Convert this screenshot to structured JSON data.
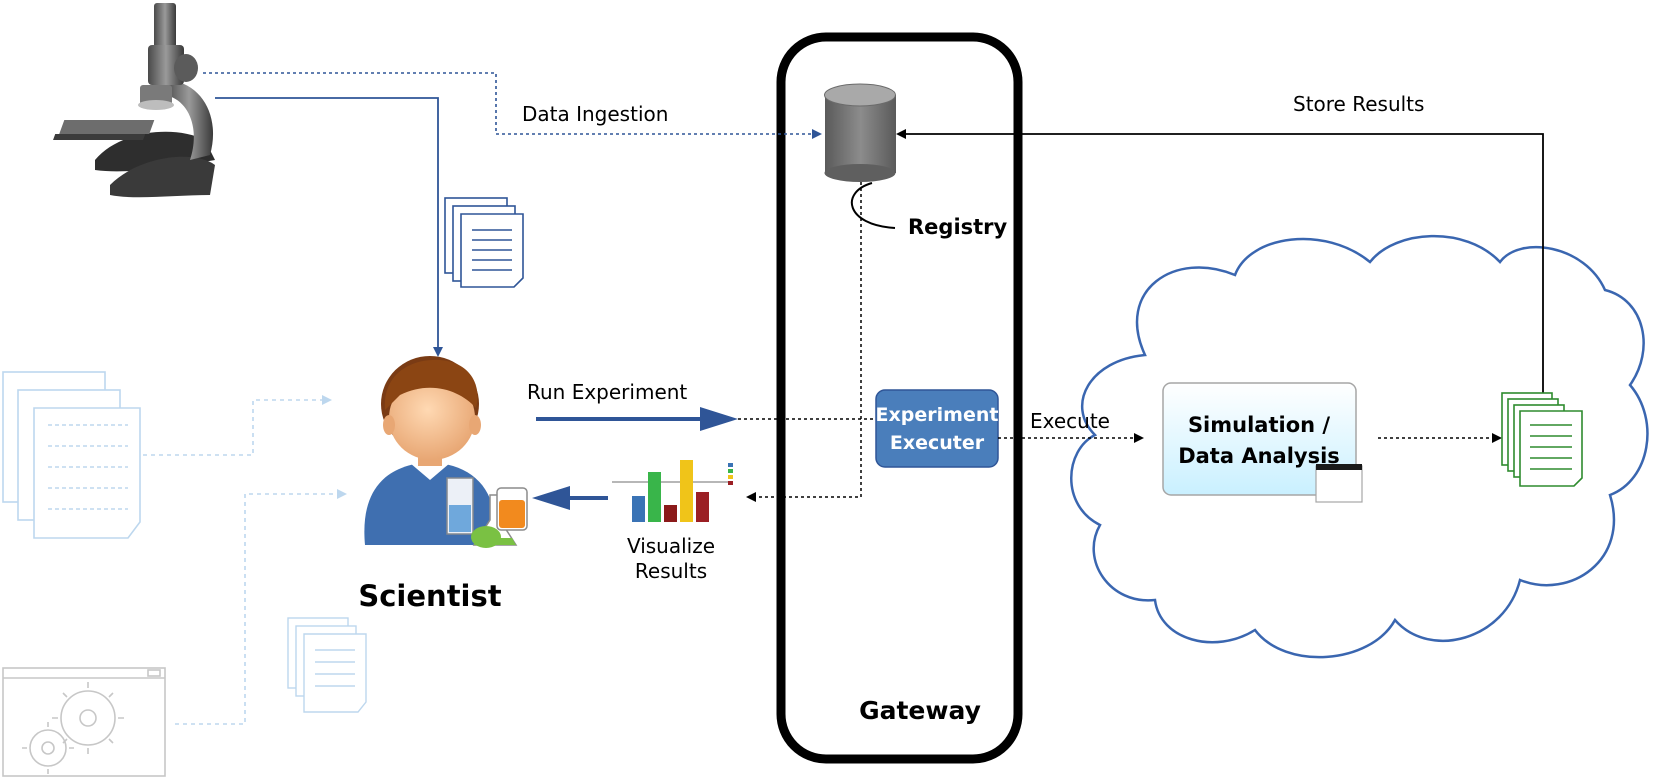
{
  "labels": {
    "data_ingestion": "Data Ingestion",
    "store_results": "Store Results",
    "registry": "Registry",
    "run_experiment": "Run Experiment",
    "experiment_executer_line1": "Experiment",
    "experiment_executer_line2": "Executer",
    "execute": "Execute",
    "simulation_line1": "Simulation /",
    "simulation_line2": "Data Analysis",
    "visualize_line1": "Visualize",
    "visualize_line2": "Results",
    "scientist": "Scientist",
    "gateway": "Gateway"
  },
  "icons": [
    "microscope-icon",
    "documents-icon",
    "database-icon",
    "scientist-icon",
    "bar-chart-icon",
    "cloud-icon",
    "gears-window-icon",
    "green-documents-icon"
  ],
  "colors": {
    "ingest_blue": "#2f5597",
    "faded_blue": "#bdd7ee",
    "executer_fill": "#4a7ebb",
    "cloud_stroke": "#3a66b0",
    "simulation_fill": "#dff6ff",
    "green_docs": "#2e8b2e"
  }
}
